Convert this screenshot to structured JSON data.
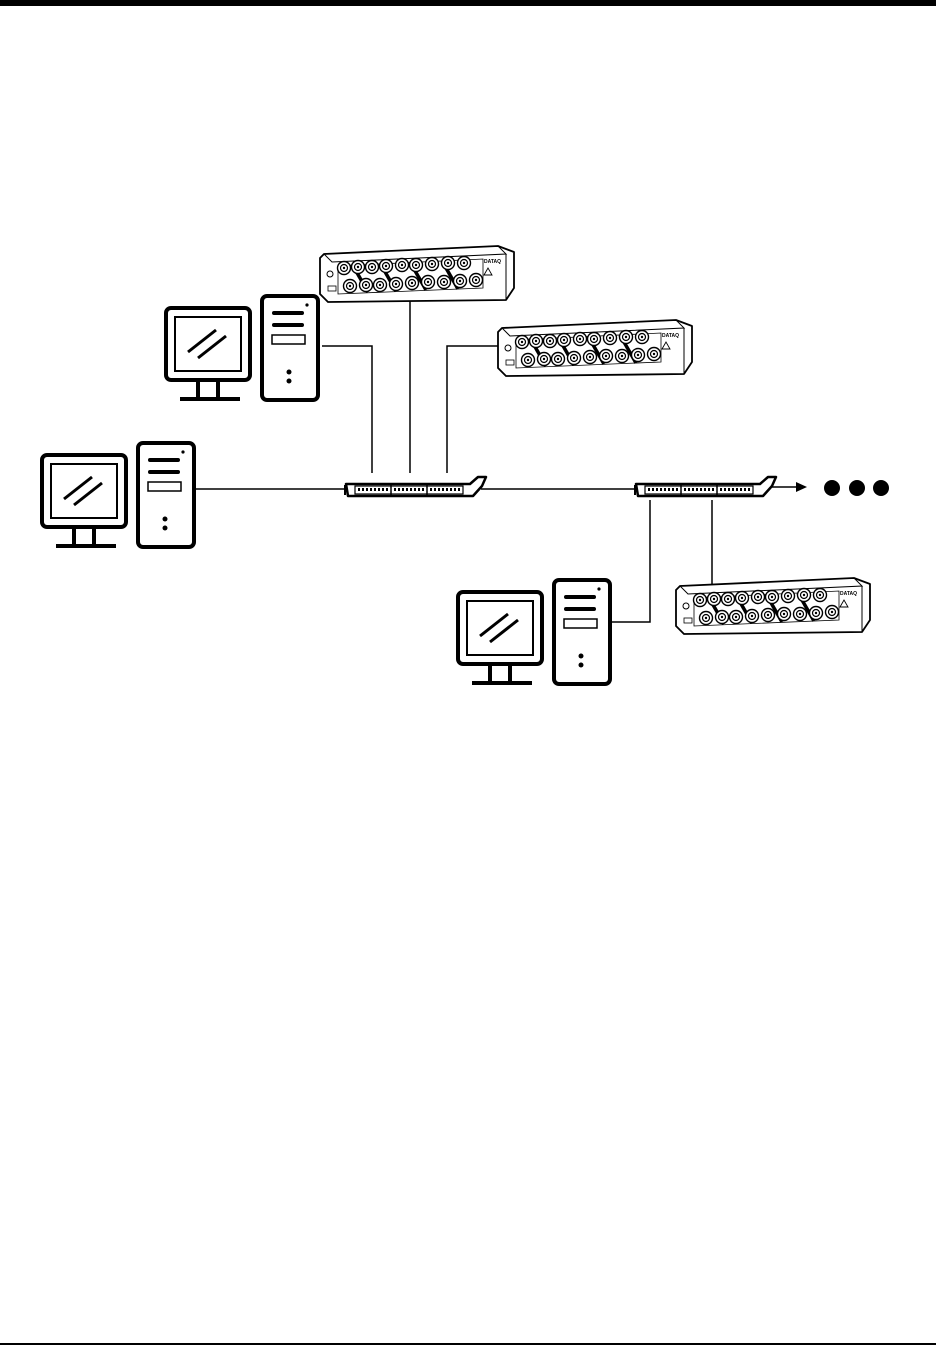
{
  "diagram": {
    "workstations": [
      {
        "id": "pc-1"
      },
      {
        "id": "pc-2"
      },
      {
        "id": "pc-3"
      }
    ],
    "switches": [
      {
        "id": "switch-1"
      },
      {
        "id": "switch-2"
      }
    ],
    "daq_devices": [
      {
        "id": "daq-1",
        "brand_text": "DATAQ"
      },
      {
        "id": "daq-2",
        "brand_text": "DATAQ"
      },
      {
        "id": "daq-3",
        "brand_text": "DATAQ"
      }
    ],
    "continuation": "•••",
    "colors": {
      "line": "#000000",
      "background": "#ffffff"
    }
  }
}
